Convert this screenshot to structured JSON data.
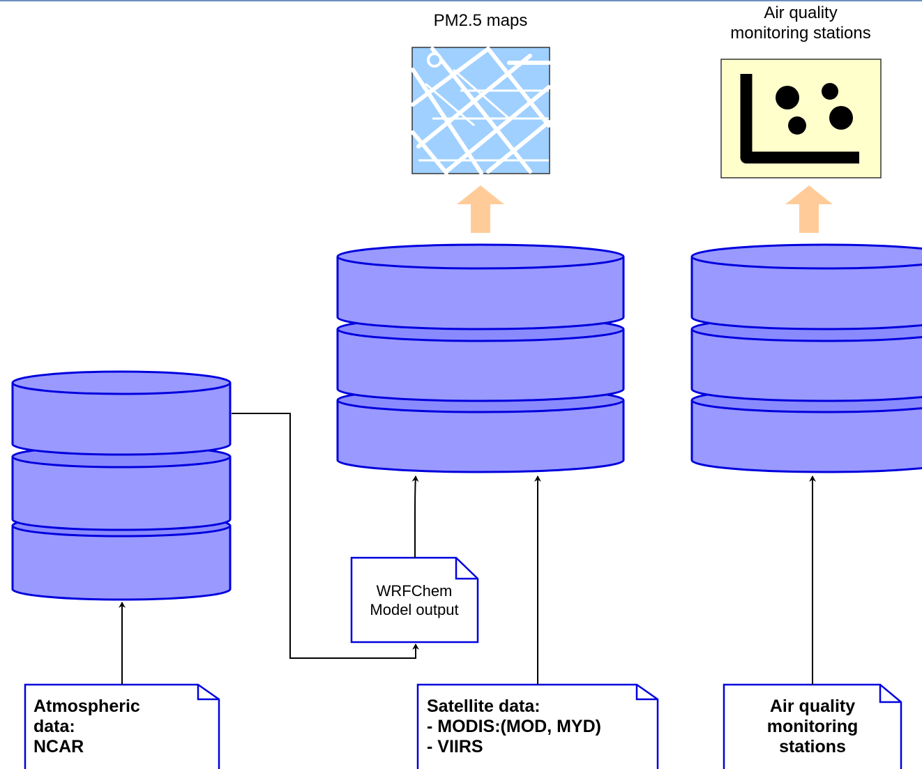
{
  "labels": {
    "pm_maps_title": "PM2.5 maps",
    "stations_title_line1": "Air quality",
    "stations_title_line2": "monitoring stations",
    "wrf_line1": "WRFChem",
    "wrf_line2": "Model output",
    "atm_line1": "Atmospheric",
    "atm_line2": "data:",
    "atm_line3": "NCAR",
    "sat_line1": "Satellite data:",
    "sat_line2": "- MODIS:(MOD, MYD)",
    "sat_line3": "- VIIRS",
    "aq_line1": "Air quality",
    "aq_line2": "monitoring",
    "aq_line3": "stations"
  },
  "colors": {
    "db_fill": "#9999ff",
    "db_stroke": "#0000dd",
    "arrow_fill": "#ffcc99",
    "map_bg": "#9fd0ff",
    "map_roads": "#ffffff",
    "chart_bg": "#ffffcc",
    "note_stroke": "#0000dd",
    "connector": "#000000"
  },
  "icons": {
    "map": "street-map-icon",
    "stations": "scatter-plot-icon"
  }
}
